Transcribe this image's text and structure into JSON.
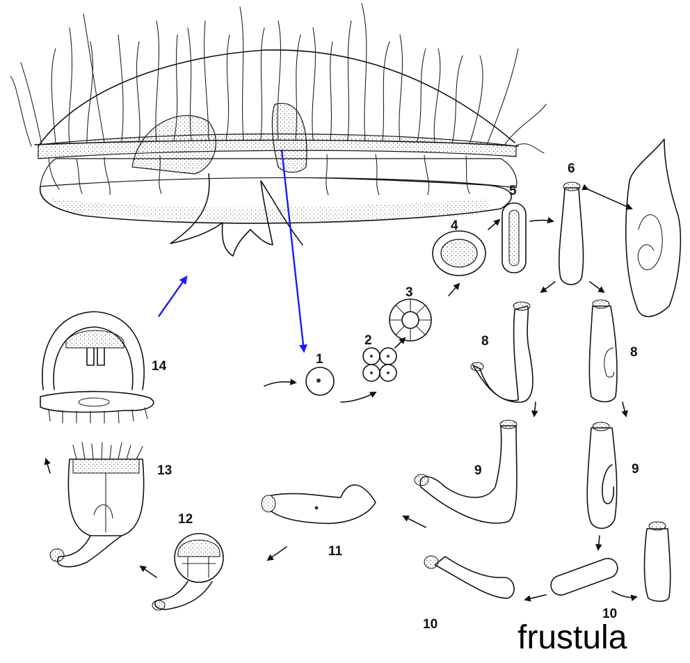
{
  "stage_labels": {
    "s1": "1",
    "s2": "2",
    "s3": "3",
    "s4": "4",
    "s5": "5",
    "s6": "6",
    "s8a": "8",
    "s8b": "8",
    "s9a": "9",
    "s9b": "9",
    "s10a": "10",
    "s10b": "10",
    "s11": "11",
    "s12": "12",
    "s13": "13",
    "s14": "14"
  },
  "caption": "frustula",
  "colors": {
    "ink": "#111111",
    "arrow_blue": "#1a1aff",
    "background": "#ffffff"
  }
}
